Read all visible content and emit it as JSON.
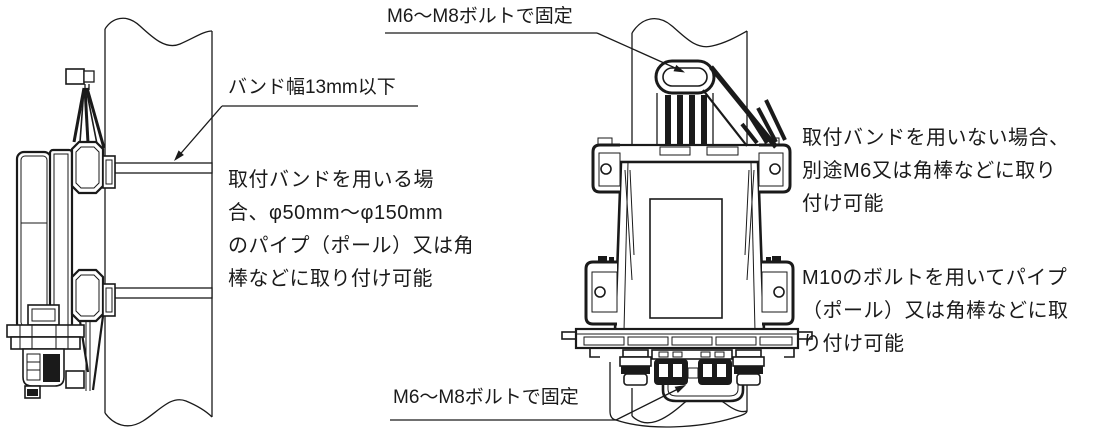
{
  "page": {
    "background": "#ffffff",
    "line_color": "#1a1a1a"
  },
  "callouts": {
    "top_bolt_label": "M6～M8ボルトで固定",
    "band_width_label": "バンド幅13mm以下",
    "bottom_bolt_label": "M6～M8ボルトで固定"
  },
  "notes": {
    "band_mount_note": "取付バンドを用いる場\n合、φ50mm～φ150mm\nのパイプ（ポール）又は角\n棒などに取り付け可能",
    "direct_mount_note": "取付バンドを用いない場合、\n別途M6又は角棒などに取り\n付け可能",
    "bolt_mount_note": "M10のボルトを用いてパイプ\n（ポール）又は角棒などに取\nり付け可能"
  }
}
